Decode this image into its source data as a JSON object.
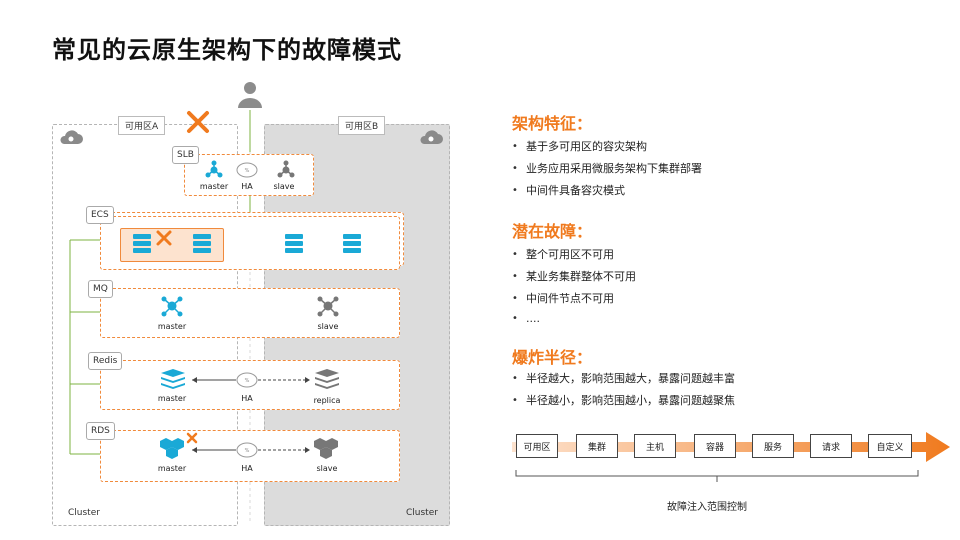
{
  "title": "常见的云原生架构下的故障模式",
  "zones": {
    "a": {
      "label": "可用区A",
      "cluster": "Cluster"
    },
    "b": {
      "label": "可用区B",
      "cluster": "Cluster"
    }
  },
  "components": {
    "slb": {
      "tag": "SLB",
      "master": "master",
      "ha": "HA",
      "slave": "slave"
    },
    "ecs": {
      "tag": "ECS"
    },
    "mq": {
      "tag": "MQ",
      "master": "master",
      "slave": "slave"
    },
    "redis": {
      "tag": "Redis",
      "master": "master",
      "ha": "HA",
      "replica": "replica"
    },
    "rds": {
      "tag": "RDS",
      "master": "master",
      "ha": "HA",
      "slave": "slave"
    }
  },
  "sections": [
    {
      "title": "架构特征：",
      "items": [
        "基于多可用区的容灾架构",
        "业务应用采用微服务架构下集群部署",
        "中间件具备容灾模式"
      ]
    },
    {
      "title": "潜在故障：",
      "items": [
        "整个可用区不可用",
        "某业务集群整体不可用",
        "中间件节点不可用",
        "...."
      ]
    },
    {
      "title": "爆炸半径：",
      "items": [
        "半径越大，影响范围越大，暴露问题越丰富",
        "半径越小，影响范围越小，暴露问题越聚焦"
      ]
    }
  ],
  "scope": {
    "levels": [
      "可用区",
      "集群",
      "主机",
      "容器",
      "服务",
      "请求",
      "自定义"
    ],
    "caption": "故障注入范围控制"
  },
  "colors": {
    "accent": "#f07a1e",
    "teal": "#1aa9d6",
    "green": "#7cb342",
    "gray_node": "#777777"
  }
}
